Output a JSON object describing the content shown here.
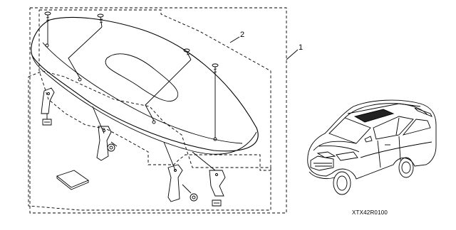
{
  "callouts": {
    "kit": "1",
    "spoiler": "2"
  },
  "diagram_code": "XTX42R0100",
  "colors": {
    "line": "#000000",
    "background": "#ffffff",
    "glass": "#222222"
  }
}
